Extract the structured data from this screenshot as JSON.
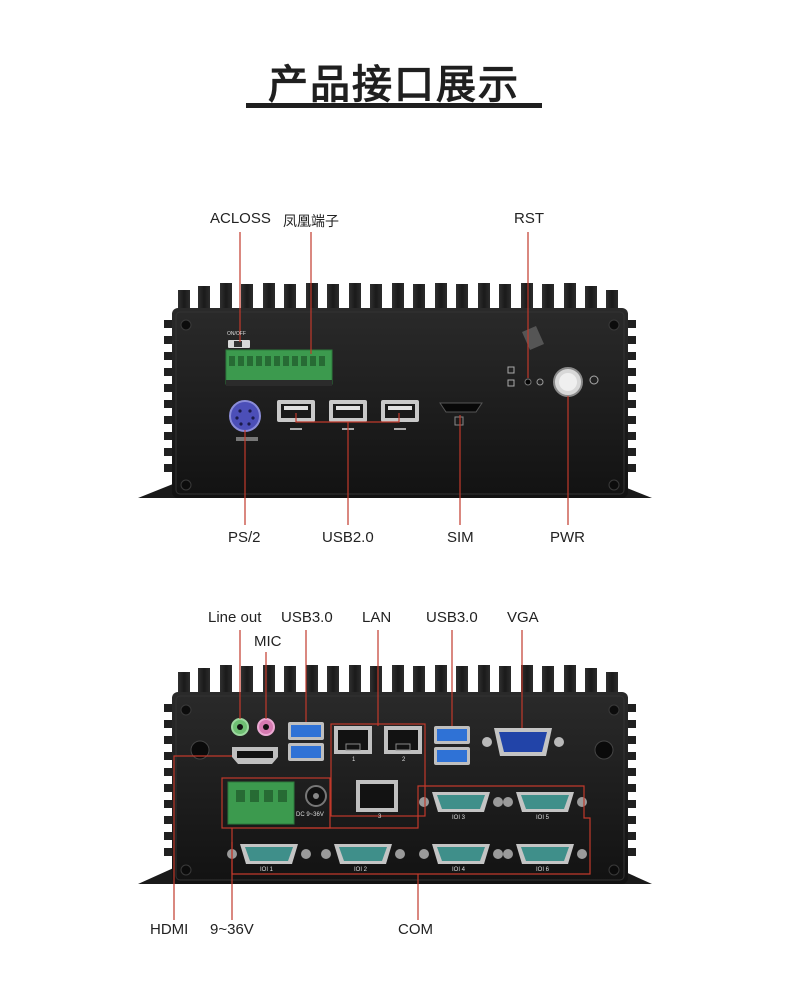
{
  "title": "产品接口展示",
  "panel_top": {
    "labels": {
      "acloss": "ACLOSS",
      "phoenix": "凤凰端子",
      "rst": "RST",
      "ps2": "PS/2",
      "usb20": "USB2.0",
      "sim": "SIM",
      "pwr": "PWR"
    },
    "switch_text": "ON/OFF"
  },
  "panel_bottom": {
    "labels": {
      "line_out": "Line out",
      "mic": "MIC",
      "usb30_left": "USB3.0",
      "lan": "LAN",
      "usb30_right": "USB3.0",
      "vga": "VGA",
      "hdmi": "HDMI",
      "power_in": "9~36V",
      "com": "COM"
    },
    "dc_text": "DC 9~36V",
    "com_port_labels": [
      "IOI 3",
      "IOI 5",
      "IOI 1",
      "IOI 2",
      "IOI 4",
      "IOI 6"
    ],
    "lan_port_labels": [
      "1",
      "2",
      "3"
    ]
  },
  "colors": {
    "chassis": "#1b1b1b",
    "callout_line": "#c0392b",
    "terminal_green": "#3c9a4e",
    "usb3_blue": "#2f72d6",
    "audio_green": "#6fbf73",
    "audio_pink": "#d67ab1",
    "vga_blue": "#2244a8",
    "com_teal": "#3f8f8a"
  }
}
